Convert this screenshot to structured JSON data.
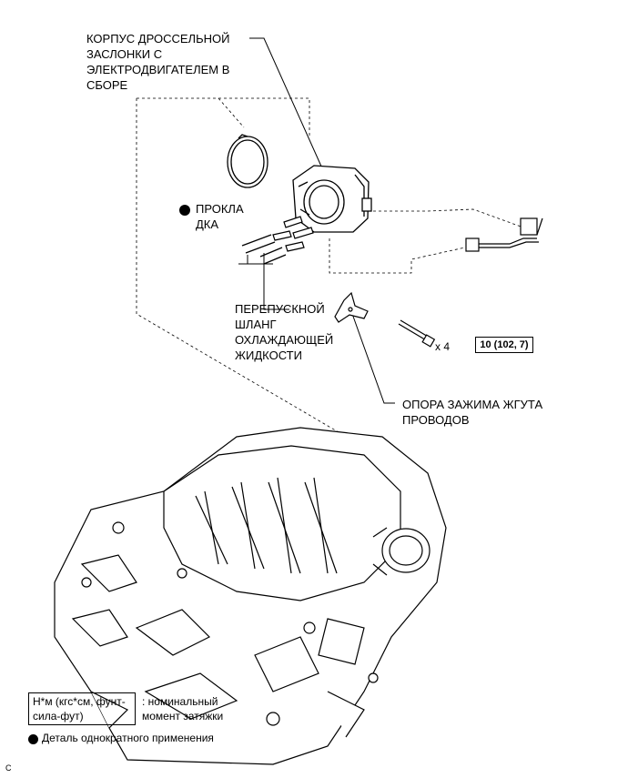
{
  "labels": {
    "throttle_body": [
      "КОРПУС ДРОССЕЛЬНОЙ",
      "ЗАСЛОНКИ С",
      "ЭЛЕКТРОДВИГАТЕЛЕМ В",
      "СБОРЕ"
    ],
    "gasket": [
      "ПРОКЛА",
      "ДКА"
    ],
    "bypass_hose": [
      "ПЕРЕПУСКНОЙ",
      "ШЛАНГ",
      "ОХЛАЖДАЮЩЕЙ",
      "ЖИДКОСТИ"
    ],
    "harness_bracket": [
      "ОПОРА ЗАЖИМА ЖГУТА",
      "ПРОВОДОВ"
    ]
  },
  "bolt": {
    "quantity": "x 4",
    "torque": "10 (102, 7)"
  },
  "legend": {
    "torque_units": [
      "Н*м (кгс*см, фунт-",
      "сила-фут)"
    ],
    "torque_desc": [
      ": номинальный",
      "момент затяжки"
    ],
    "one_time_part": "Деталь однократного применения"
  },
  "corner_mark": "C"
}
